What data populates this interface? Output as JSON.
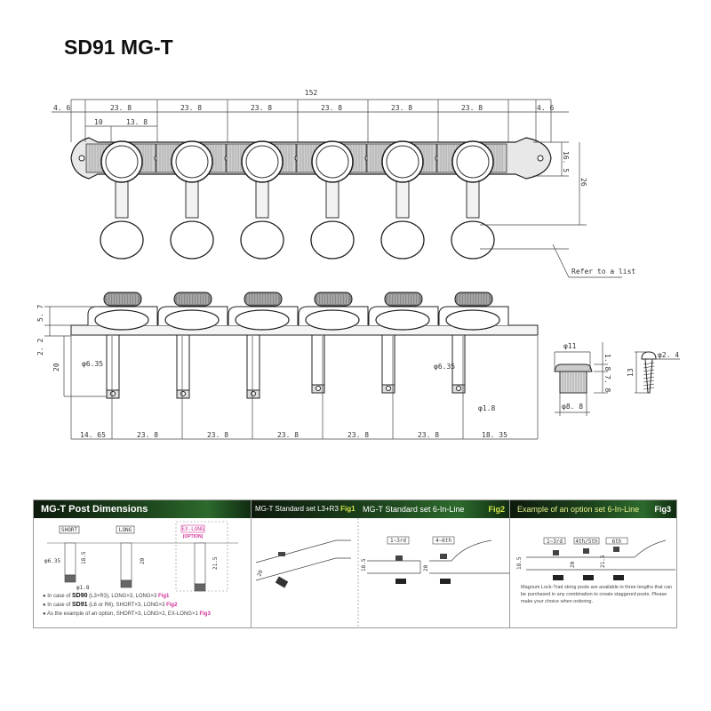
{
  "title": "SD91 MG-T",
  "top_view": {
    "overall": "152",
    "end_left": "4. 6",
    "end_right": "4. 6",
    "spacing": "23. 8",
    "sub_a": "10",
    "sub_b": "13. 8",
    "height_a": "16. 5",
    "height_b": "26",
    "note": "Refer to a list"
  },
  "side_view": {
    "h_top": "5. 7",
    "h_plate": "2. 2",
    "post_len": "20",
    "post_dia_left": "φ6.35",
    "post_dia_right": "φ6.35",
    "hole_dia": "φ1.8",
    "first_offset": "14. 65",
    "spacing": "23. 8",
    "last_offset": "18. 35"
  },
  "bushing": {
    "top_dia": "φ11",
    "bottom_dia": "φ8. 8",
    "h_flange": "1. 8",
    "h_body": "7. 8"
  },
  "screw": {
    "dia": "φ2. 4",
    "length": "13"
  },
  "panels": [
    {
      "title": "MG-T  Post Dimensions",
      "labels": [
        "SHORT",
        "LONG",
        "EX-LONG",
        "(OPTION)"
      ],
      "dims": [
        "φ6.35",
        "18.5",
        "φ1.8",
        "20",
        "21.5"
      ],
      "notes": [
        {
          "pre": "● In case of ",
          "model": "SD90",
          "text": " (L3+R3),  LONG×3,  LONG×3 ",
          "fig": "Fig1"
        },
        {
          "pre": "● In case of ",
          "model": "SD91",
          "text": " (L6 or R6),  SHORT×3,  LONG×3 ",
          "fig": "Fig2"
        },
        {
          "pre": "● As the example of an option,  ",
          "model": "",
          "text": "SHORT×3,  LONG×2,  EX-LONG×1 ",
          "fig": "Fig3"
        }
      ]
    },
    {
      "title": "MG-T Standard set  L3+R3",
      "fig": "Fig1",
      "dims": [
        "20"
      ]
    },
    {
      "title": "MG-T Standard set 6-In-Line",
      "fig": "Fig2",
      "labels": [
        "1~3rd",
        "4~6th"
      ],
      "dims": [
        "18.5",
        "20"
      ]
    },
    {
      "title": "Example of an option set 6-In-Line",
      "fig": "Fig3",
      "labels": [
        "1~3rd",
        "4th/5th",
        "6th"
      ],
      "dims": [
        "18.5",
        "20",
        "21.5"
      ],
      "description": "Magnum Lock-Trad string posts are available in three lengths that can be purchased in any combination to create staggered posts. Please make your choice when ordering."
    }
  ]
}
